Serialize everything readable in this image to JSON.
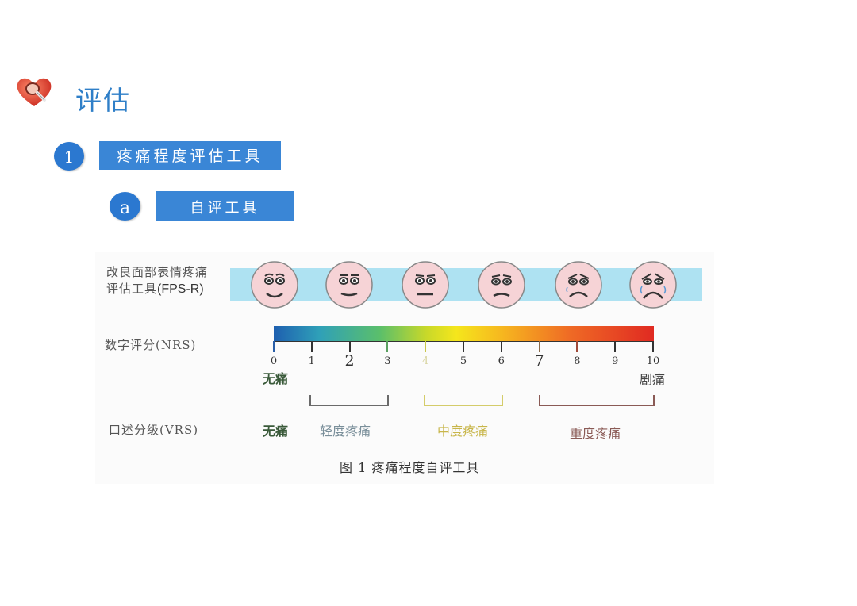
{
  "header": {
    "title": "评估",
    "logo_icon": "heart-magnifier-icon"
  },
  "section": {
    "number": "1",
    "title": "疼痛程度评估工具"
  },
  "subsection": {
    "letter": "a",
    "title": "自评工具"
  },
  "figure": {
    "fps_label_line1": "改良面部表情疼痛",
    "fps_label_line2": "评估工具",
    "fps_label_suffix": "(FPS-R)",
    "nrs_label": "数字评分(NRS)",
    "vrs_label": "口述分级(VRS)",
    "faces": [
      "face-0",
      "face-2",
      "face-4",
      "face-6",
      "face-8",
      "face-10"
    ],
    "scale_numbers": [
      "0",
      "1",
      "2",
      "3",
      "4",
      "5",
      "6",
      "7",
      "8",
      "9",
      "10"
    ],
    "no_pain": "无痛",
    "worst_pain": "剧痛",
    "vrs_none": "无痛",
    "vrs_mild": "轻度疼痛",
    "vrs_moderate": "中度疼痛",
    "vrs_severe": "重度疼痛",
    "caption": "图 1  疼痛程度自评工具",
    "colors": {
      "accent": "#2f7fc8",
      "band": "#aee2f2",
      "face_fill": "#f6d3d6",
      "mild": "#7a8f9a",
      "moderate": "#c8b64a",
      "severe": "#8a5a55"
    }
  }
}
